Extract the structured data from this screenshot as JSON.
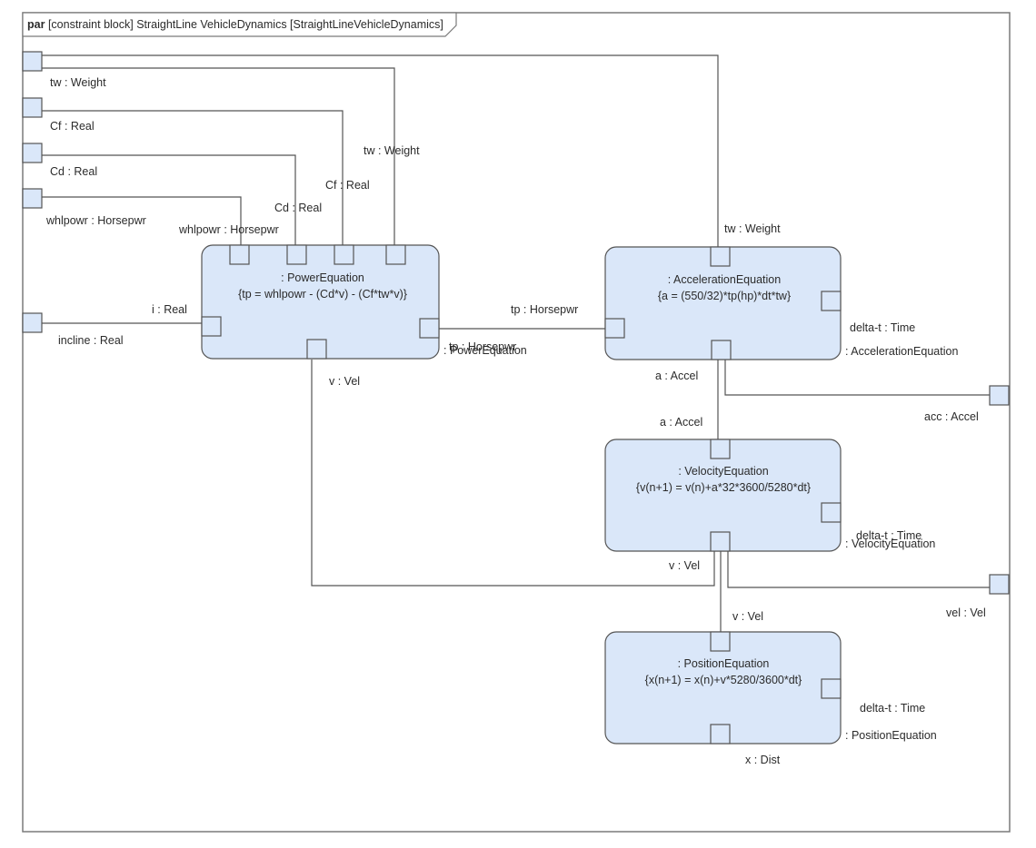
{
  "frame": {
    "keyword": "par",
    "title": "[constraint block] StraightLine VehicleDynamics [StraightLineVehicleDynamics]"
  },
  "boundary_params": {
    "tw": "tw : Weight",
    "cf": "Cf : Real",
    "cd": "Cd : Real",
    "whlpowr": "whlpowr : Horsepwr",
    "incline": "incline : Real",
    "acc": "acc : Accel",
    "vel": "vel : Vel"
  },
  "blocks": {
    "power": {
      "name": ": PowerEquation",
      "constraint": "{tp = whlpowr - (Cd*v) - (Cf*tw*v)}",
      "params": {
        "whlpowr": "whlpowr : Horsepwr",
        "cd": "Cd : Real",
        "cf": "Cf : Real",
        "tw": "tw : Weight",
        "i": "i : Real",
        "tp": "tp : Horsepwr",
        "owner": ": PowerEquation",
        "v": "v : Vel"
      }
    },
    "acceleration": {
      "name": ": AccelerationEquation",
      "constraint": "{a = (550/32)*tp(hp)*dt*tw}",
      "params": {
        "tw": "tw : Weight",
        "tp": "tp : Horsepwr",
        "delta_t": "delta-t : Time",
        "owner": ": AccelerationEquation",
        "a": "a : Accel"
      }
    },
    "velocity": {
      "name": ": VelocityEquation",
      "constraint": "{v(n+1) = v(n)+a*32*3600/5280*dt}",
      "params": {
        "a": "a : Accel",
        "delta_t": "delta-t : Time",
        "owner": ": VelocityEquation",
        "v": "v : Vel"
      }
    },
    "position": {
      "name": ": PositionEquation",
      "constraint": "{x(n+1) = x(n)+v*5280/3600*dt}",
      "params": {
        "v": "v : Vel",
        "delta_t": "delta-t : Time",
        "owner": ": PositionEquation",
        "x": "x : Dist"
      }
    }
  },
  "colors": {
    "block_fill": "#dae7f9",
    "stroke": "#555555",
    "frame_stroke": "#7a7a7a"
  }
}
